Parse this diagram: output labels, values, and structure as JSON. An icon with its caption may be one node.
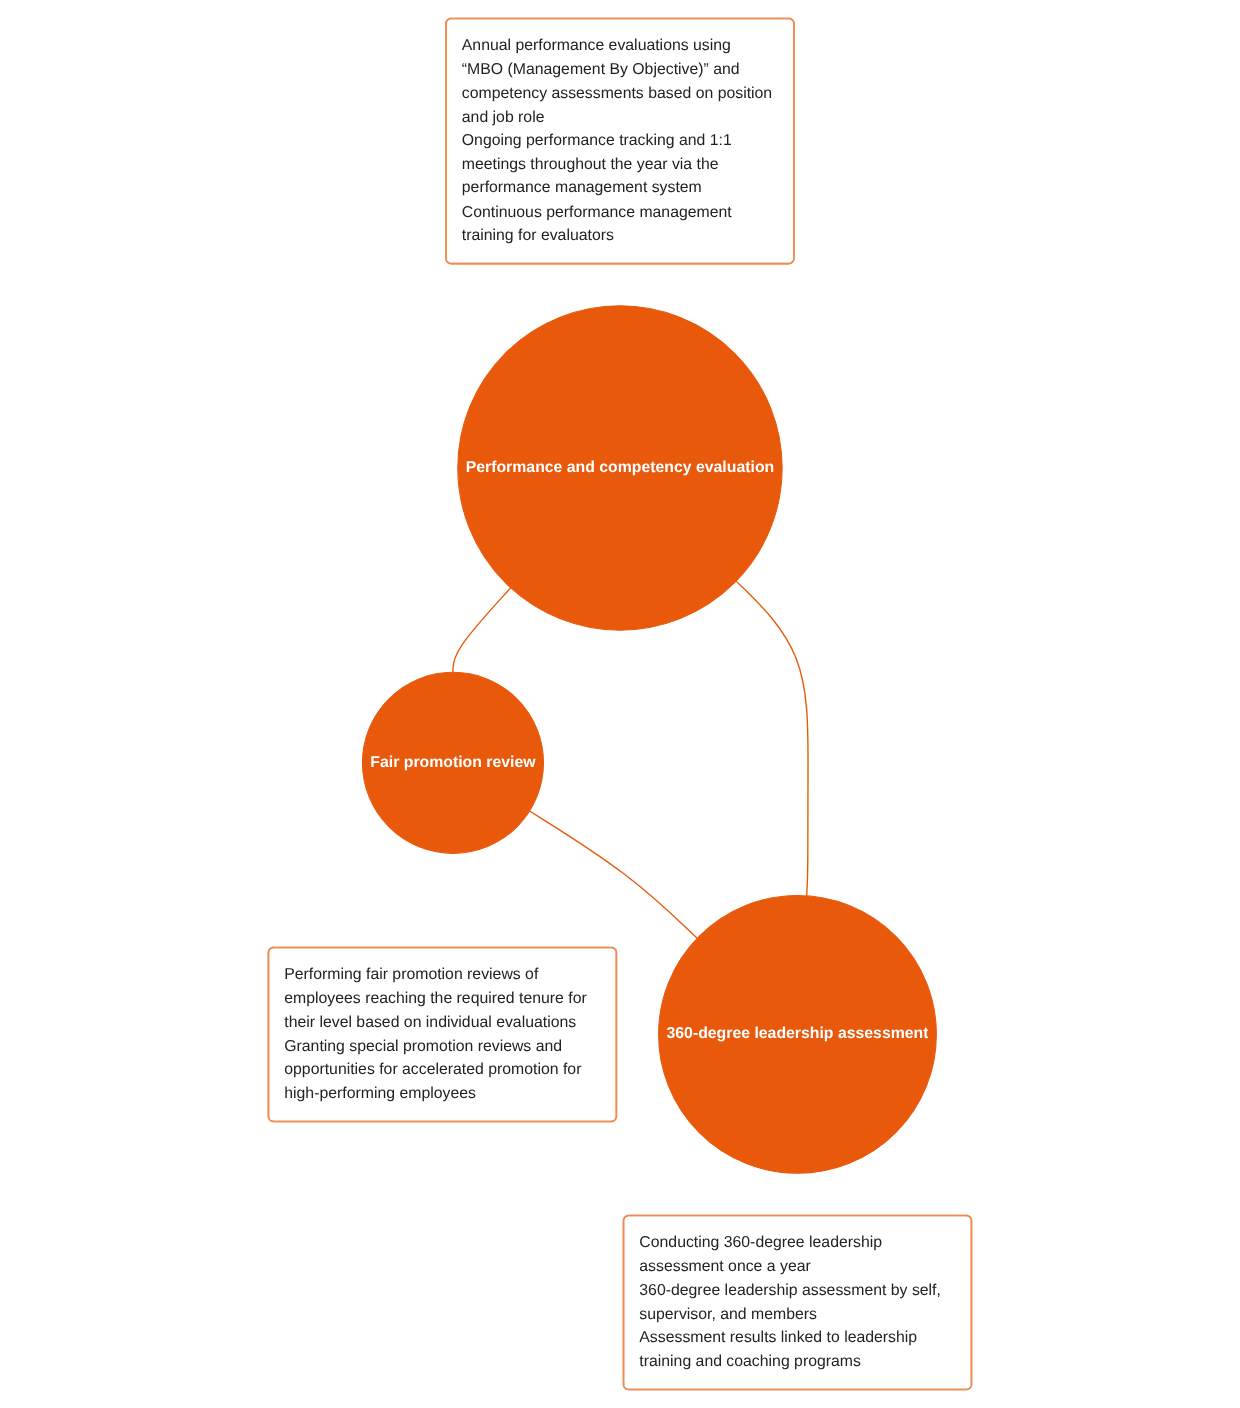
{
  "diagram": {
    "nodes": [
      {
        "text": [
          "Annual performance evaluations using “MBO (Management By Objective)” and competency assessments based on position and job role",
          "Ongoing performance tracking and 1:1 meetings throughout the year via the performance management system",
          "Continuous performance management training for evaluators"
        ]
      },
      {
        "text": [
          "Performance and competency evaluation"
        ]
      },
      {
        "text": [
          "360-degree leadership assessment"
        ]
      },
      {
        "text": [
          "Fair promotion review"
        ]
      },
      {
        "text": [
          "Conducting 360-degree leadership assessment once a year",
          "360-degree leadership assessment by self, supervisor, and members",
          "Assessment results linked to leadership training and coaching programs"
        ]
      },
      {
        "text": [
          "Performing fair promotion reviews of employees reaching the required tenure for their level based on individual evaluations",
          "Granting special promotion reviews and opportunities for accelerated promotion for high-performing employees"
        ]
      }
    ],
    "edges": [
      {
        "from": 1,
        "to": 3,
        "arrow": "none"
      },
      {
        "from": 3,
        "to": 2,
        "arrow": "none"
      },
      {
        "from": 2,
        "to": 1,
        "arrow": "none"
      }
    ]
  }
}
